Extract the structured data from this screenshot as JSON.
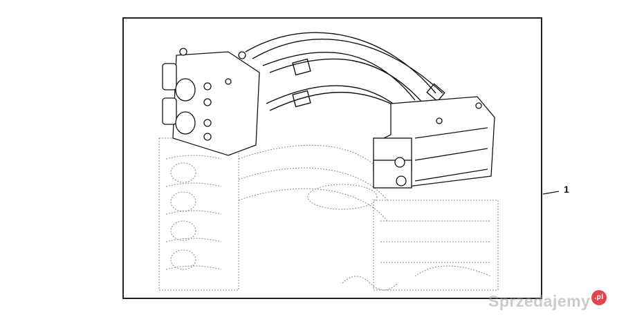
{
  "callout": {
    "label": "1"
  },
  "watermark": {
    "text": "Sprzedajemy",
    "badge": ".pl"
  }
}
